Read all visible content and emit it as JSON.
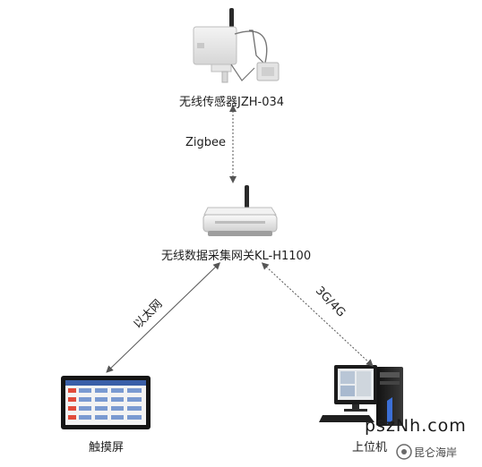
{
  "nodes": {
    "sensor": {
      "label": "无线传感器JZH-034"
    },
    "gateway": {
      "label": "无线数据采集网关KL-H1100"
    },
    "touchscreen": {
      "label": "触摸屏"
    },
    "host": {
      "label": "上位机"
    }
  },
  "links": {
    "sensor_gateway": {
      "label": "Zigbee"
    },
    "gateway_touchscreen": {
      "label": "以太网"
    },
    "gateway_host": {
      "label": "3G/4G"
    }
  },
  "watermark": {
    "site": "pszNh.com",
    "brand": "昆仑海岸"
  }
}
